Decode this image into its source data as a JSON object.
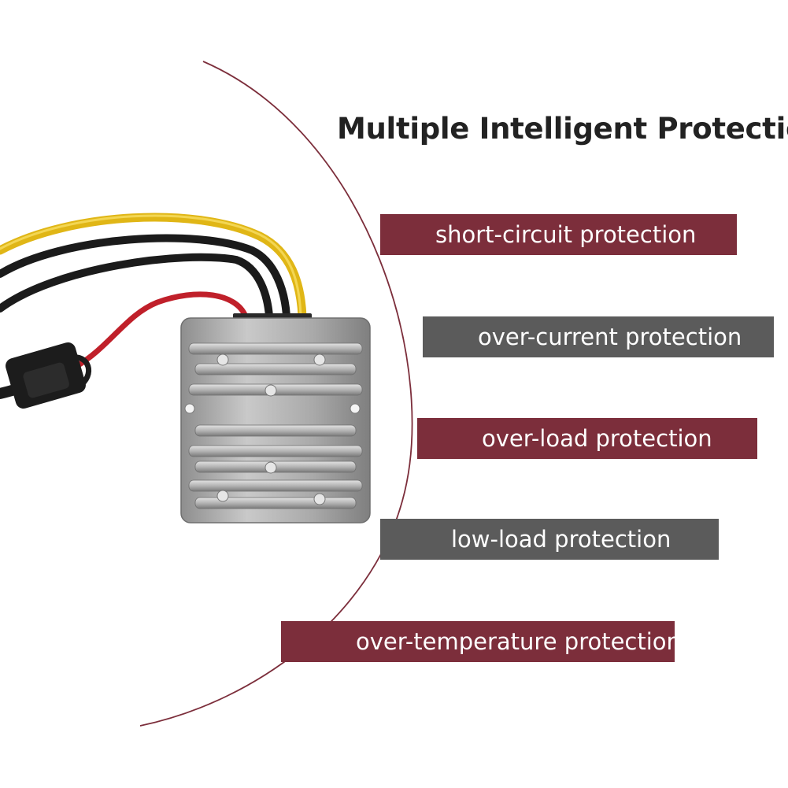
{
  "headline": "Multiple Intelligent Protection",
  "colors": {
    "maroon": "#7c2e3b",
    "gray": "#5b5b5b",
    "headline": "#222222",
    "arc": "#7c2e3b"
  },
  "features": [
    {
      "label": "short-circuit protection",
      "color": "maroon"
    },
    {
      "label": "over-current protection",
      "color": "gray"
    },
    {
      "label": "over-load protection",
      "color": "maroon"
    },
    {
      "label": "low-load protection",
      "color": "gray"
    },
    {
      "label": "over-temperature protection",
      "color": "maroon"
    }
  ],
  "product": {
    "name": "dc-dc-converter",
    "wire_colors": [
      "#e8c21a",
      "#1a1a1a",
      "#1a1a1a",
      "#c0202a"
    ],
    "body_color": "#9d9d9d"
  }
}
